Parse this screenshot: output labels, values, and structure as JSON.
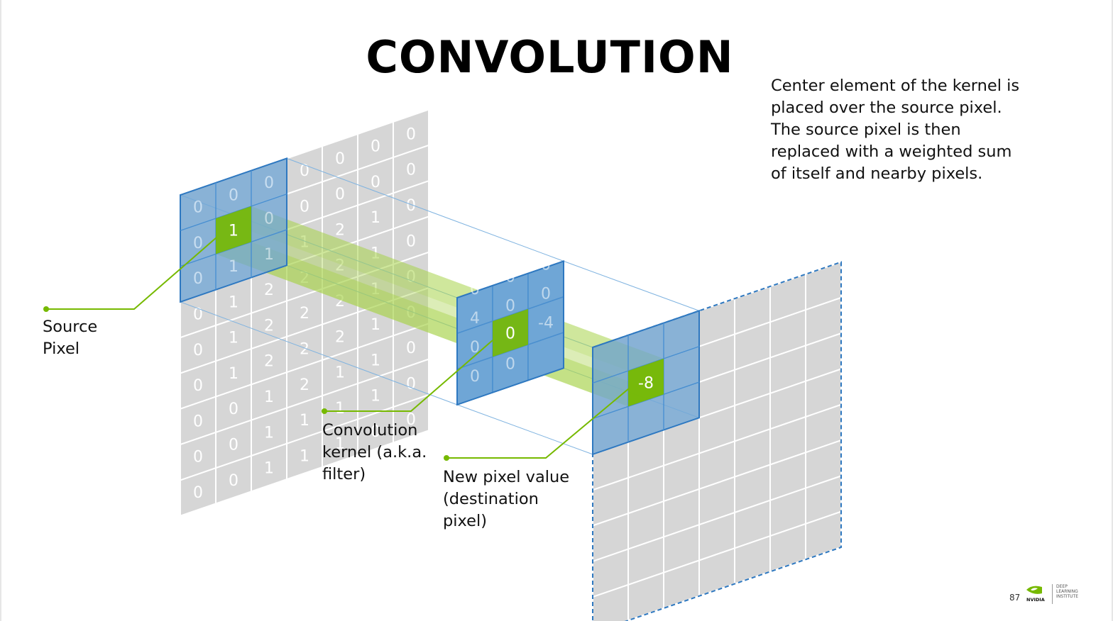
{
  "title": "CONVOLUTION",
  "description": [
    "Center element of the kernel is",
    "placed over the source pixel.",
    "The source pixel is then",
    "replaced with a weighted sum",
    "of itself and nearby pixels."
  ],
  "labels": {
    "source_pixel": [
      "Source",
      "Pixel"
    ],
    "kernel": [
      "Convolution",
      "kernel (a.k.a.",
      "filter)"
    ],
    "destination": [
      "New pixel value",
      "(destination",
      "pixel)"
    ]
  },
  "source_grid": [
    [
      "0",
      "0",
      "0",
      "0",
      "0",
      "0",
      "0"
    ],
    [
      "0",
      "0",
      "0",
      "0",
      "0",
      "0",
      "0"
    ],
    [
      "0",
      "1",
      "1",
      "1",
      "2",
      "1",
      "0"
    ],
    [
      "0",
      "1",
      "2",
      "2",
      "2",
      "1",
      "0"
    ],
    [
      "0",
      "1",
      "2",
      "2",
      "2",
      "1",
      "0"
    ],
    [
      "0",
      "1",
      "2",
      "2",
      "2",
      "1",
      "0"
    ],
    [
      "0",
      "0",
      "1",
      "2",
      "1",
      "1",
      "0"
    ],
    [
      "0",
      "0",
      "1",
      "1",
      "1",
      "1",
      "0"
    ],
    [
      "0",
      "0",
      "1",
      "1",
      "1",
      "0",
      "0"
    ]
  ],
  "kernel_grid": [
    [
      "0",
      "0",
      "0"
    ],
    [
      "4",
      "0",
      "0"
    ],
    [
      "0",
      "0",
      "-4"
    ],
    [
      "0",
      "0",
      ""
    ]
  ],
  "source_pixel_value": "1",
  "kernel_center_value": "0",
  "destination_pixel_value": "-8",
  "footer": {
    "page_number": "87",
    "nvidia": "NVIDIA",
    "dli": [
      "DEEP",
      "LEARNING",
      "INSTITUTE"
    ]
  },
  "colors": {
    "grid_fill": "#d6d6d6",
    "grid_line": "#ffffff",
    "blue_overlay": "#6fa6d6",
    "blue_border": "#2e78c0",
    "green_accent": "#76b900",
    "green_beam": "#a8d34a",
    "leader_line": "#76b900"
  }
}
